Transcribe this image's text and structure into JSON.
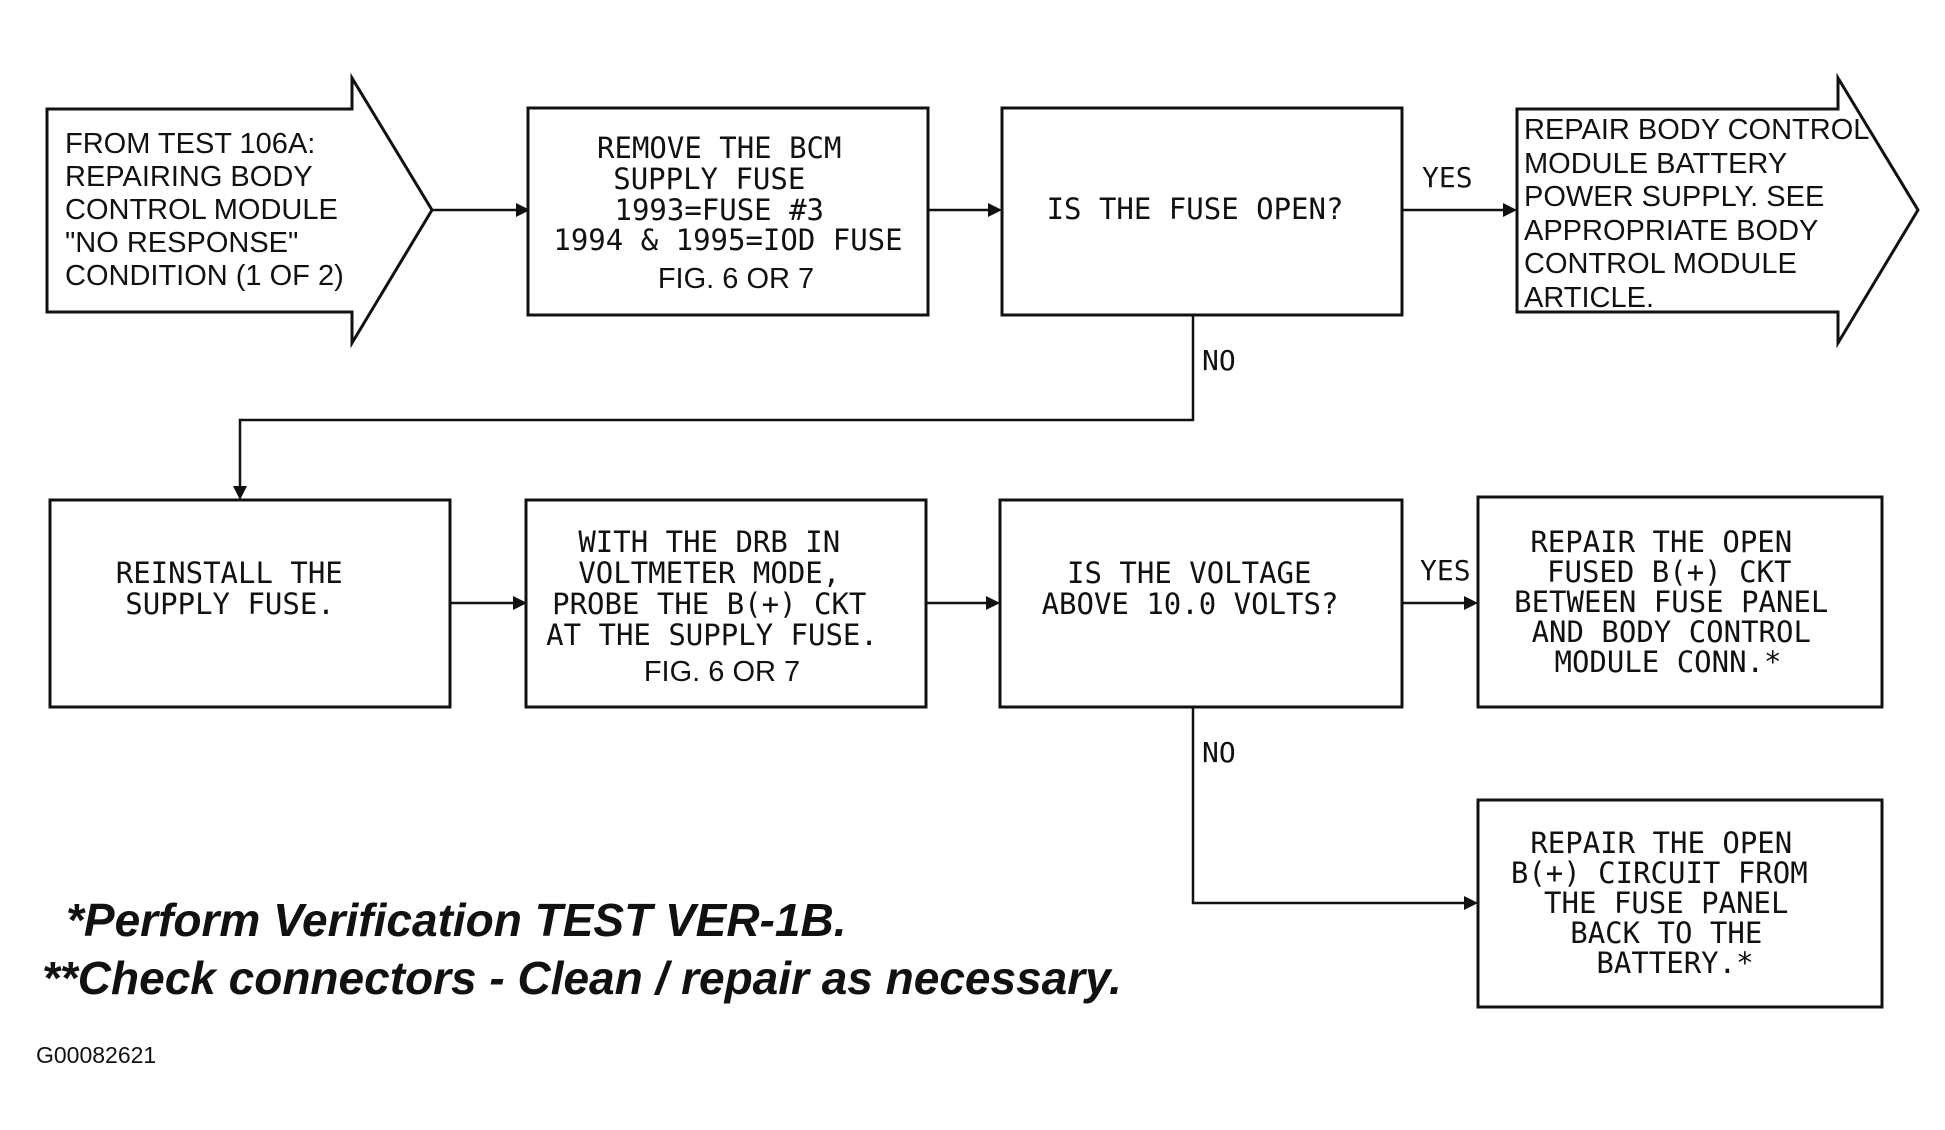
{
  "nodes": {
    "start": {
      "lines": [
        "FROM TEST 106A:",
        "REPAIRING BODY",
        "CONTROL MODULE",
        "\"NO RESPONSE\"",
        "CONDITION (1 OF 2)"
      ]
    },
    "remove_fuse": {
      "lines": [
        "REMOVE THE BCM",
        "SUPPLY FUSE",
        "1993=FUSE #3",
        "1994 & 1995=IOD FUSE"
      ],
      "figure_ref": "FIG. 6 OR 7"
    },
    "fuse_open": {
      "lines": [
        "IS THE FUSE OPEN?"
      ]
    },
    "repair_supply": {
      "lines": [
        "REPAIR BODY CONTROL",
        "MODULE BATTERY",
        "POWER SUPPLY. SEE",
        "APPROPRIATE BODY",
        "CONTROL  MODULE",
        "ARTICLE."
      ]
    },
    "reinstall": {
      "lines": [
        "REINSTALL THE",
        "SUPPLY FUSE."
      ]
    },
    "probe": {
      "lines": [
        "WITH THE DRB IN",
        "VOLTMETER MODE,",
        "PROBE THE B(+) CKT",
        "AT THE SUPPLY FUSE."
      ],
      "figure_ref": "FIG. 6 OR 7"
    },
    "voltage_check": {
      "lines": [
        "IS THE VOLTAGE",
        "ABOVE 10.0 VOLTS?"
      ]
    },
    "repair_fused": {
      "lines": [
        "REPAIR THE OPEN",
        "FUSED B(+) CKT",
        "BETWEEN FUSE PANEL",
        "AND BODY CONTROL",
        "MODULE CONN.*"
      ]
    },
    "repair_circuit": {
      "lines": [
        "REPAIR THE OPEN",
        "B(+) CIRCUIT FROM",
        "THE FUSE PANEL",
        "BACK TO THE",
        "BATTERY.*"
      ]
    }
  },
  "edge_labels": {
    "fuse_open_yes": "YES",
    "fuse_open_no": "NO",
    "voltage_yes": "YES",
    "voltage_no": "NO"
  },
  "notes": [
    "*Perform Verification TEST VER-1B.",
    "**Check connectors - Clean / repair as necessary."
  ],
  "figure_id": "G00082621"
}
